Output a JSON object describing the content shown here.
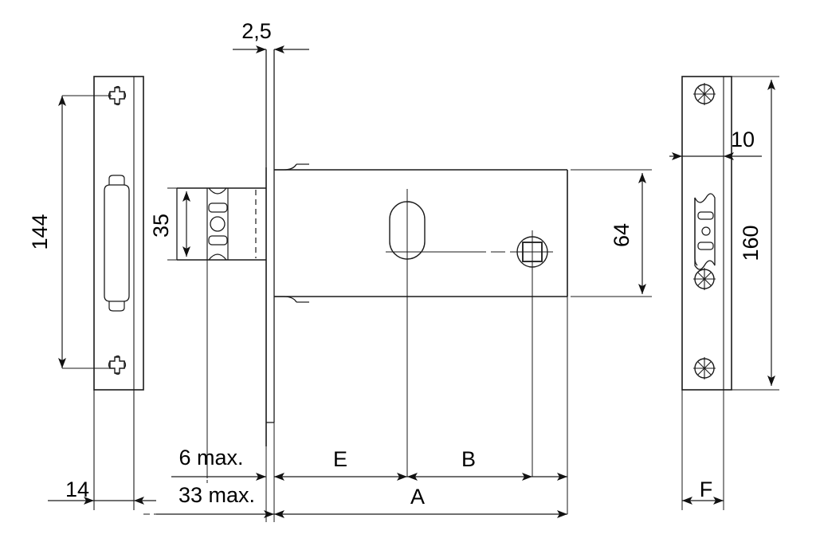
{
  "drawing": {
    "title": "Mortise lock dimensional drawing",
    "type": "technical-engineering-drawing",
    "line_color": "#1a1a1a",
    "background_color": "#ffffff",
    "units": "mm",
    "views": [
      {
        "name": "faceplate-front-view",
        "position": "left"
      },
      {
        "name": "lock-body-side-view",
        "position": "center"
      },
      {
        "name": "strike-plate-front-view",
        "position": "right"
      }
    ]
  },
  "dimensions": {
    "faceplate_length": "144",
    "faceplate_width": "14",
    "faceplate_thickness": "2,5",
    "latch_height": "35",
    "backset_front": "6 max.",
    "backset_total": "33 max.",
    "body_height": "64",
    "dim_E": "E",
    "dim_B": "B",
    "dim_A": "A",
    "dim_F": "F",
    "strike_length": "160",
    "strike_width": "10"
  },
  "labels": {
    "d_2_5": "2,5",
    "d_144": "144",
    "d_35": "35",
    "d_14": "14",
    "d_6max": "6 max.",
    "d_33max": "33 max.",
    "d_E": "E",
    "d_B": "B",
    "d_A": "A",
    "d_64": "64",
    "d_10": "10",
    "d_160": "160",
    "d_F": "F"
  },
  "features": {
    "faceplate_screws": 2,
    "strike_screws": 3,
    "cylinder_hole": "oval-keyway-hole",
    "spindle_hole": "square-follower-hole",
    "latch_bolt": "deadbolt-profile"
  }
}
